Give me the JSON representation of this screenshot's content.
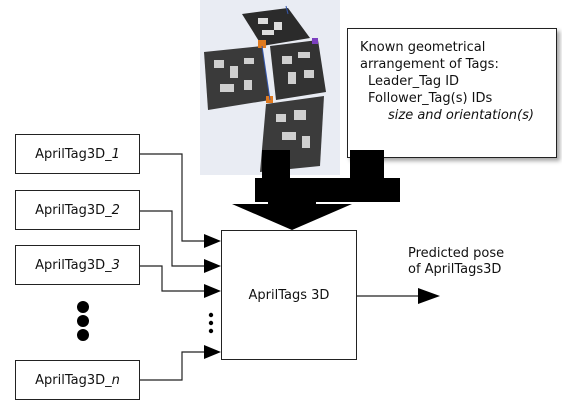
{
  "inputs": [
    {
      "prefix": "AprilTag3D_",
      "index": "1"
    },
    {
      "prefix": "AprilTag3D_",
      "index": "2"
    },
    {
      "prefix": "AprilTag3D_",
      "index": "3"
    },
    {
      "prefix": "AprilTag3D_",
      "index": "n"
    }
  ],
  "core_label": "AprilTags 3D",
  "known_box": {
    "line1": "Known geometrical",
    "line2": "arrangement of Tags:",
    "line3": "Leader_Tag ID",
    "line4": "Follower_Tag(s) IDs",
    "line5": "size and orientation(s)"
  },
  "output": {
    "line1": "Predicted pose",
    "line2": "of AprilTags3D"
  }
}
